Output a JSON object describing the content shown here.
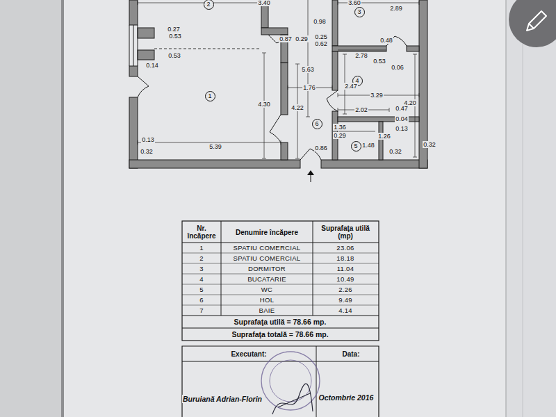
{
  "diagram": {
    "nodes": [
      {
        "text": [
          "2"
        ]
      },
      {
        "text": [
          "3"
        ]
      },
      {
        "text": [
          "4"
        ]
      },
      {
        "text": [
          "1"
        ]
      },
      {
        "text": [
          "6"
        ]
      },
      {
        "text": [
          "5"
        ]
      }
    ],
    "labels": [
      "3.40",
      "0.27",
      "0.53",
      "0.53",
      "0.14",
      "0.98",
      "0.87",
      "0.29",
      "0.25",
      "0.62",
      "3.60",
      "2.89",
      "0.48",
      "2.78",
      "0.53",
      "0.06",
      "5.63",
      "2.47",
      "1.76",
      "3.29",
      "4.20",
      "4.30",
      "4.22",
      "2.02",
      "0.47",
      "0.04",
      "0.13",
      "1.36",
      "0.29",
      "1.26",
      "1.48",
      "0.13",
      "0.32",
      "5.39",
      "0.86",
      "0.32",
      "0.32",
      "Nr. încăpere",
      "Denumire încăpere",
      "Suprafaţa utilă (mp)",
      "1",
      "SPATIU COMERCIAL",
      "23.06",
      "2",
      "SPATIU COMERCIAL",
      "18.18",
      "3",
      "DORMITOR",
      "11.04",
      "4",
      "BUCATARIE",
      "10.49",
      "5",
      "WC",
      "2.26",
      "6",
      "HOL",
      "9.49",
      "7",
      "BAIE",
      "4.14",
      "Suprafaţa utilă = 78.66 mp.",
      "Suprafaţa totală = 78.66 mp.",
      "Executant:",
      "Data:",
      "Buruiană Adrian-Florin",
      "Octombrie 2016"
    ]
  }
}
